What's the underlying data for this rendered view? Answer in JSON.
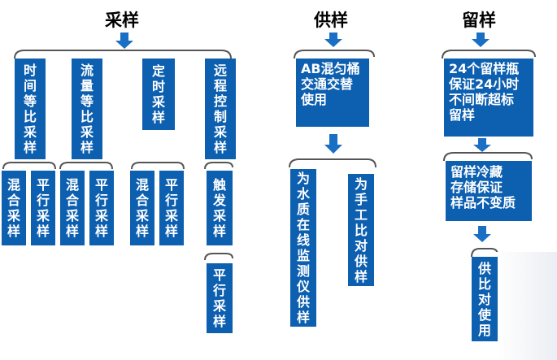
{
  "headings": {
    "sampling": "采样",
    "supply": "供样",
    "retain": "留样"
  },
  "sampling": {
    "methods": {
      "time_proportional": "时间等比采样",
      "flow_proportional": "流量等比采样",
      "timed": "定时采样",
      "remote": "远程控制采样"
    },
    "sub": {
      "time_mixed": "混合采样",
      "time_parallel": "平行采样",
      "flow_mixed": "混合采样",
      "flow_parallel": "平行采样",
      "timed_mixed": "混合采样",
      "timed_parallel": "平行采样",
      "remote_trigger": "触发采样",
      "remote_parallel": "平行采样"
    }
  },
  "supply": {
    "main": [
      "AB混匀桶",
      "交通交替",
      "使用"
    ],
    "online": "为水质在线监测仪供样",
    "manual": "为手工比对供样"
  },
  "retain": {
    "main": [
      "24个留样瓶",
      "保证24小时",
      "不间断超标",
      "留样"
    ],
    "refrigerate": [
      "留样冷藏",
      "存储保证",
      "样品不变质"
    ],
    "compare": "供比对使用"
  },
  "colors": {
    "box": "#0d5fb0",
    "arrow": "#1a6fc4",
    "bracket": "#555555"
  }
}
